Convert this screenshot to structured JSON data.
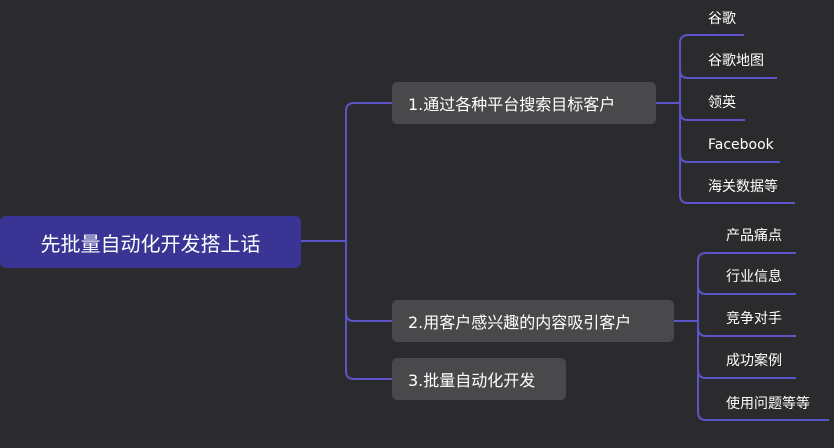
{
  "colors": {
    "background": "#2b2b2d",
    "root_fill": "#3a3595",
    "branch_fill": "#49494c",
    "connector": "#5b55c9"
  },
  "root": {
    "label": "先批量自动化开发搭上话"
  },
  "branches": [
    {
      "label": "1.通过各种平台搜索目标客户",
      "children": [
        "谷歌",
        "谷歌地图",
        "领英",
        "Facebook",
        "海关数据等"
      ]
    },
    {
      "label": "2.用客户感兴趣的内容吸引客户",
      "children": [
        "产品痛点",
        "行业信息",
        "竞争对手",
        "成功案例",
        "使用问题等等"
      ]
    },
    {
      "label": "3.批量自动化开发",
      "children": []
    }
  ]
}
